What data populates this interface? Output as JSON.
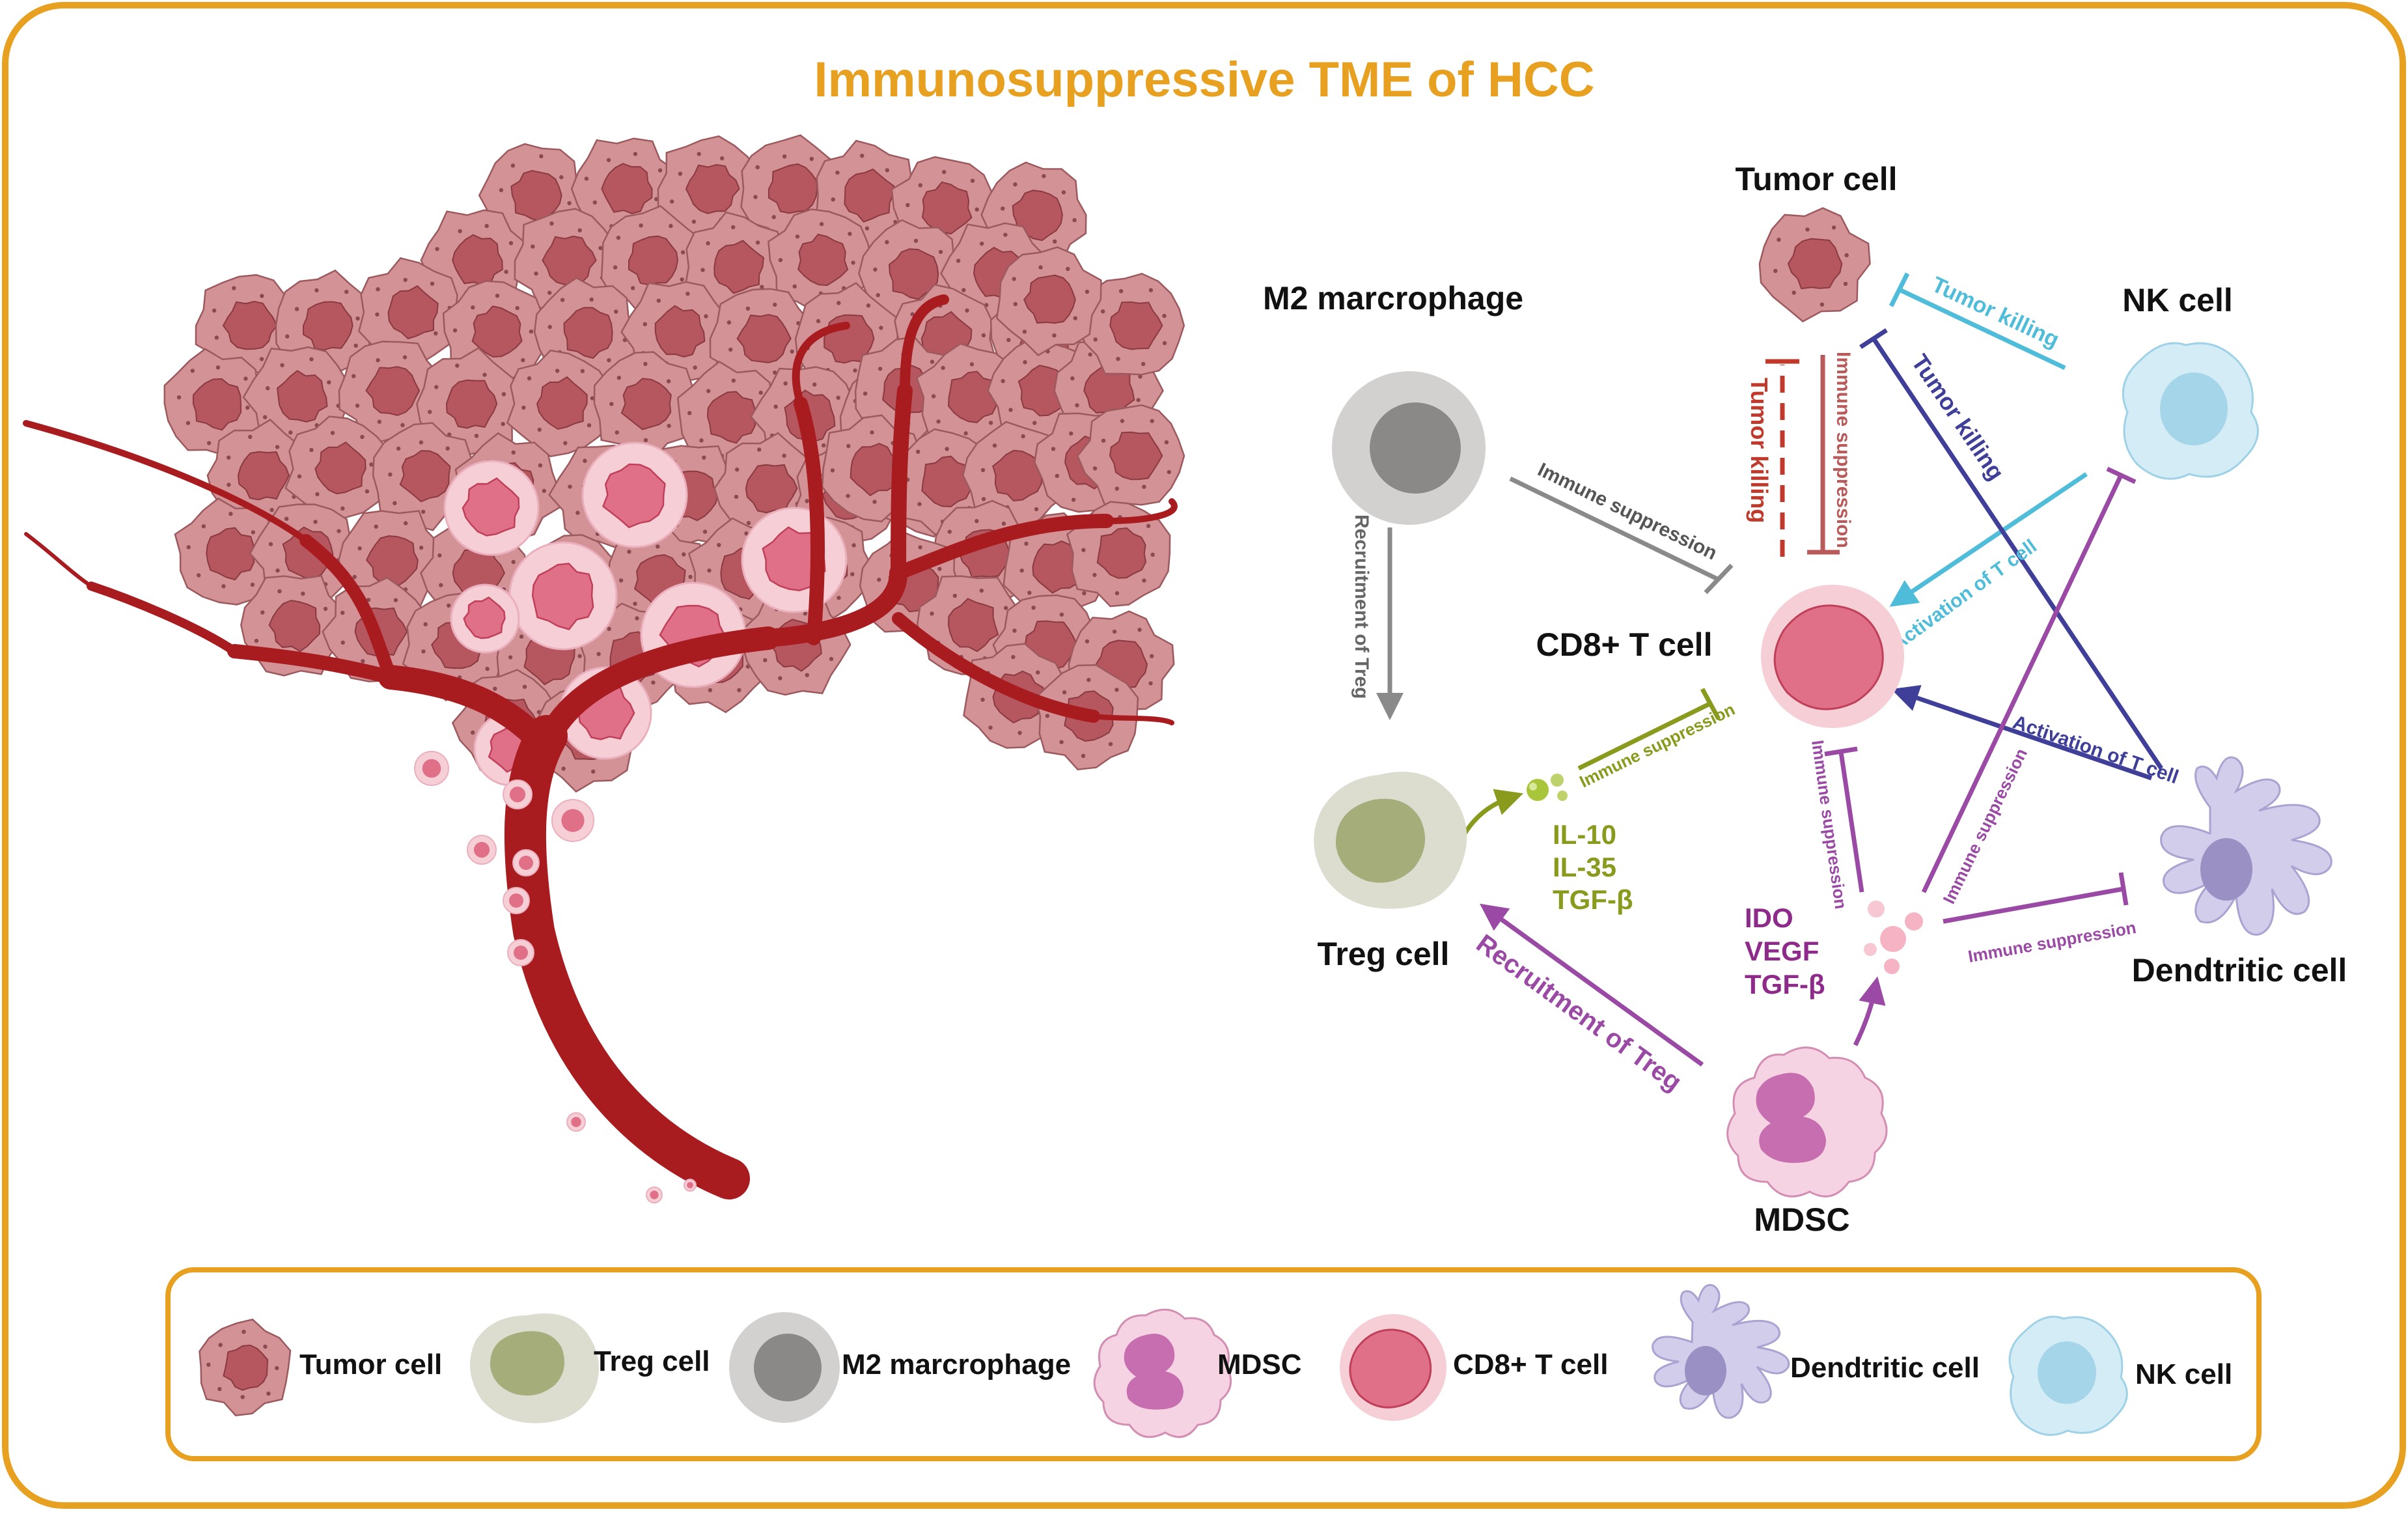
{
  "title": "Immunosuppressive TME of HCC",
  "colors": {
    "frame": "#e8a020",
    "title": "#e8a020",
    "vessel": "#a81c20",
    "tumor_fill": "#d39295",
    "tumor_nucleus": "#b6565f",
    "cd8_outer": "#f6cfd6",
    "cd8_inner": "#e07088",
    "m2_outer": "#d3d0d0",
    "m2_inner": "#8b8888",
    "treg_outer": "#dcdccf",
    "treg_inner": "#a5ae7a",
    "nk_outer": "#d3ecf6",
    "nk_inner": "#a5d5e8",
    "dc_fill": "#d2cdea",
    "dc_nucleus": "#9a90c4",
    "mdsc_fill": "#f6d3e2",
    "mdsc_nucleus": "#c66eb0",
    "gray_arrow": "#8a8a8a",
    "red_arrow": "#c0392b",
    "brown_arrow": "#b85a5a",
    "cyan_arrow": "#4fbcd9",
    "navy_arrow": "#3f3f99",
    "purple_arrow": "#9a4aa4",
    "olive_arrow": "#8a9a1c",
    "olive_text": "#8a9a1c",
    "purple_text": "#8e2a8a"
  },
  "cells": {
    "tumor": "Tumor cell",
    "m2": "M2 marcrophage",
    "nk": "NK cell",
    "cd8": "CD8+ T cell",
    "treg": "Treg cell",
    "dc": "Dendtritic cell",
    "mdsc": "MDSC"
  },
  "cytokines_treg": [
    "IL-10",
    "IL-35",
    "TGF-β"
  ],
  "cytokines_mdsc": [
    "IDO",
    "VEGF",
    "TGF-β"
  ],
  "interactions": {
    "m2_cd8": "Immune suppression",
    "m2_treg": "Recruitment of Treg",
    "tumor_cd8_killing": "Tumor killing",
    "tumor_cd8_suppression": "Immune suppression",
    "nk_tumor": "Tumor killing",
    "cd8_tumor": "Tumor killing",
    "nk_cd8": "Activation of T cell",
    "dc_cd8": "Activation of T cell",
    "treg_cd8": "Immune suppression",
    "mdsc_cd8": "Immune suppression",
    "mdsc_nk": "Immune suppression",
    "mdsc_dc": "Immune suppression",
    "mdsc_treg": "Recruitment of Treg"
  },
  "legend": [
    {
      "icon": "tumor-cell-icon",
      "label": "Tumor cell"
    },
    {
      "icon": "treg-cell-icon",
      "label": "Treg cell"
    },
    {
      "icon": "m2-macrophage-icon",
      "label": "M2 marcrophage"
    },
    {
      "icon": "mdsc-icon",
      "label": "MDSC"
    },
    {
      "icon": "cd8-t-cell-icon",
      "label": "CD8+ T cell"
    },
    {
      "icon": "dendritic-cell-icon",
      "label": "Dendtritic cell"
    },
    {
      "icon": "nk-cell-icon",
      "label": "NK cell"
    }
  ]
}
